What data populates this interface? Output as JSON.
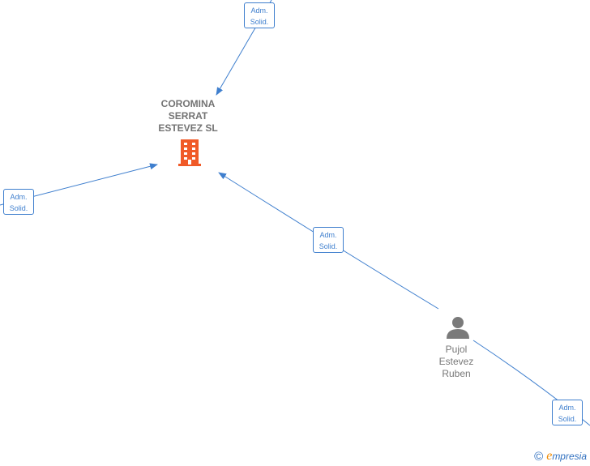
{
  "company": {
    "name": "COROMINA\nSERRAT\nESTEVEZ SL",
    "icon": "building-icon",
    "color": "#f05a28"
  },
  "person": {
    "name": "Pujol\nEstevez\nRuben",
    "icon": "person-icon",
    "color": "#7a7a7a"
  },
  "relations": [
    {
      "line1": "Adm.",
      "line2": "Solid."
    },
    {
      "line1": "Adm.",
      "line2": "Solid."
    },
    {
      "line1": "Adm.",
      "line2": "Solid."
    },
    {
      "line1": "Adm.",
      "line2": "Solid."
    }
  ],
  "edge_color": "#3f7fce",
  "footer": {
    "copyright_symbol": "©",
    "brand_initial": "e",
    "brand_rest": "mpresia"
  }
}
